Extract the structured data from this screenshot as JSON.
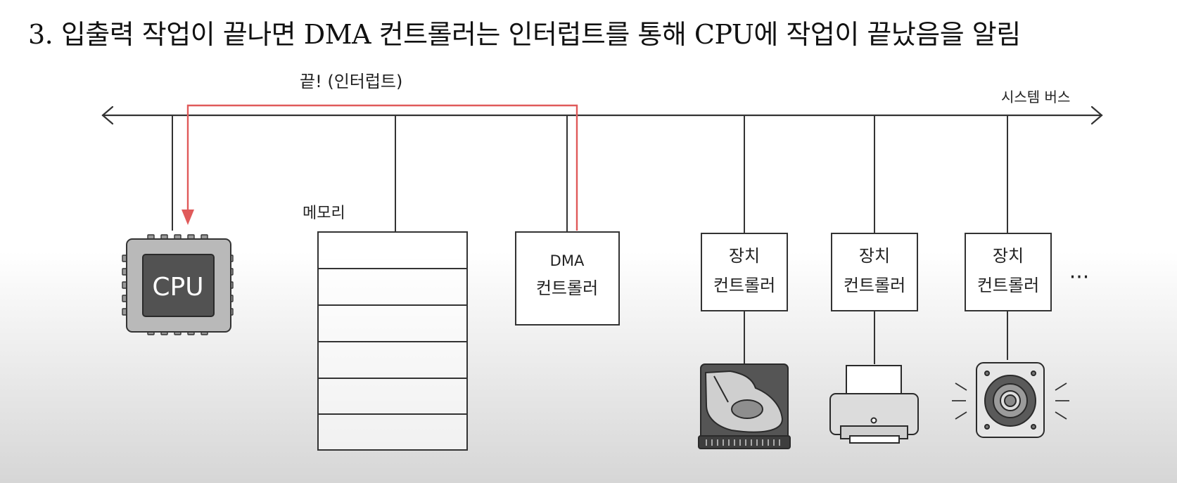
{
  "title": "3. 입출력 작업이 끝나면 DMA 컨트롤러는 인터럽트를 통해 CPU에 작업이 끝났음을 알림",
  "bus": {
    "label": "시스템 버스"
  },
  "interrupt": {
    "label": "끝! (인터럽트)",
    "color": "#e05a5a"
  },
  "cpu": {
    "label": "CPU"
  },
  "memory": {
    "label": "메모리"
  },
  "dma": {
    "line1": "DMA",
    "line2": "컨트롤러"
  },
  "device_controllers": [
    {
      "line1": "장치",
      "line2": "컨트롤러",
      "device_icon": "hard-disk-icon"
    },
    {
      "line1": "장치",
      "line2": "컨트롤러",
      "device_icon": "printer-icon"
    },
    {
      "line1": "장치",
      "line2": "컨트롤러",
      "device_icon": "speaker-icon"
    }
  ],
  "ellipsis": "···"
}
